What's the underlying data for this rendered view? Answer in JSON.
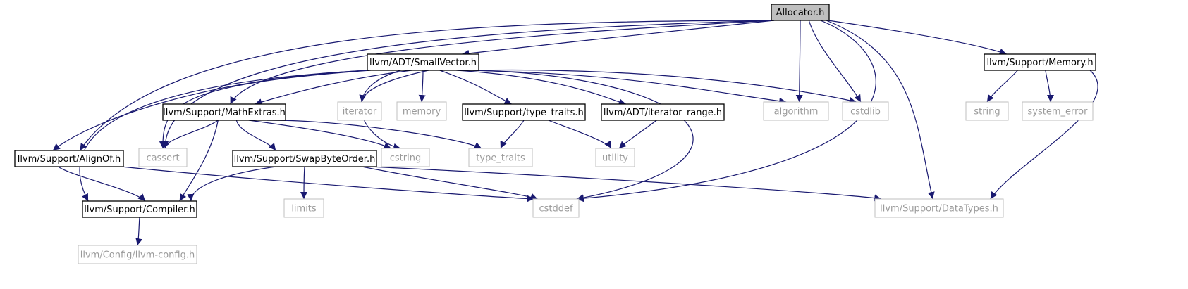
{
  "colors": {
    "edge": "#191970",
    "node_border": "#000000",
    "external_border": "#bfbfbf",
    "external_text": "#9a9a9a",
    "root_fill": "#bfbfbf"
  },
  "nodes": [
    {
      "id": "allocator",
      "label": "Allocator.h",
      "kind": "root"
    },
    {
      "id": "smallvector",
      "label": "llvm/ADT/SmallVector.h",
      "kind": "internal"
    },
    {
      "id": "memory_h",
      "label": "llvm/Support/Memory.h",
      "kind": "internal"
    },
    {
      "id": "mathextras",
      "label": "llvm/Support/MathExtras.h",
      "kind": "internal"
    },
    {
      "id": "iterator",
      "label": "iterator",
      "kind": "external"
    },
    {
      "id": "memory",
      "label": "memory",
      "kind": "external"
    },
    {
      "id": "type_traits_h",
      "label": "llvm/Support/type_traits.h",
      "kind": "internal"
    },
    {
      "id": "iterator_range",
      "label": "llvm/ADT/iterator_range.h",
      "kind": "internal"
    },
    {
      "id": "algorithm",
      "label": "algorithm",
      "kind": "external"
    },
    {
      "id": "cstdlib",
      "label": "cstdlib",
      "kind": "external"
    },
    {
      "id": "string",
      "label": "string",
      "kind": "external"
    },
    {
      "id": "system_error",
      "label": "system_error",
      "kind": "external"
    },
    {
      "id": "alignof",
      "label": "llvm/Support/AlignOf.h",
      "kind": "internal"
    },
    {
      "id": "cassert",
      "label": "cassert",
      "kind": "external"
    },
    {
      "id": "swapbyteorder",
      "label": "llvm/Support/SwapByteOrder.h",
      "kind": "internal"
    },
    {
      "id": "cstring",
      "label": "cstring",
      "kind": "external"
    },
    {
      "id": "type_traits",
      "label": "type_traits",
      "kind": "external"
    },
    {
      "id": "utility",
      "label": "utility",
      "kind": "external"
    },
    {
      "id": "compiler",
      "label": "llvm/Support/Compiler.h",
      "kind": "internal"
    },
    {
      "id": "limits",
      "label": "limits",
      "kind": "external"
    },
    {
      "id": "cstddef",
      "label": "cstddef",
      "kind": "external"
    },
    {
      "id": "datatypes",
      "label": "llvm/Support/DataTypes.h",
      "kind": "external"
    },
    {
      "id": "llvmconfig",
      "label": "llvm/Config/llvm-config.h",
      "kind": "external"
    }
  ],
  "edges": [
    [
      "allocator",
      "smallvector"
    ],
    [
      "allocator",
      "memory_h"
    ],
    [
      "allocator",
      "mathextras"
    ],
    [
      "allocator",
      "alignof"
    ],
    [
      "allocator",
      "cassert"
    ],
    [
      "allocator",
      "algorithm"
    ],
    [
      "allocator",
      "cstdlib"
    ],
    [
      "allocator",
      "cstddef"
    ],
    [
      "allocator",
      "datatypes"
    ],
    [
      "smallvector",
      "mathextras"
    ],
    [
      "smallvector",
      "alignof"
    ],
    [
      "smallvector",
      "cassert"
    ],
    [
      "smallvector",
      "compiler"
    ],
    [
      "smallvector",
      "cstring"
    ],
    [
      "smallvector",
      "iterator"
    ],
    [
      "smallvector",
      "memory"
    ],
    [
      "smallvector",
      "type_traits_h"
    ],
    [
      "smallvector",
      "iterator_range"
    ],
    [
      "smallvector",
      "algorithm"
    ],
    [
      "smallvector",
      "cstdlib"
    ],
    [
      "smallvector",
      "cstddef"
    ],
    [
      "memory_h",
      "string"
    ],
    [
      "memory_h",
      "system_error"
    ],
    [
      "memory_h",
      "datatypes"
    ],
    [
      "mathextras",
      "cassert"
    ],
    [
      "mathextras",
      "swapbyteorder"
    ],
    [
      "mathextras",
      "cstring"
    ],
    [
      "mathextras",
      "type_traits"
    ],
    [
      "mathextras",
      "compiler"
    ],
    [
      "type_traits_h",
      "type_traits"
    ],
    [
      "type_traits_h",
      "utility"
    ],
    [
      "iterator_range",
      "utility"
    ],
    [
      "alignof",
      "compiler"
    ],
    [
      "alignof",
      "cstddef"
    ],
    [
      "swapbyteorder",
      "compiler"
    ],
    [
      "swapbyteorder",
      "limits"
    ],
    [
      "swapbyteorder",
      "cstddef"
    ],
    [
      "swapbyteorder",
      "datatypes"
    ],
    [
      "compiler",
      "llvmconfig"
    ]
  ]
}
